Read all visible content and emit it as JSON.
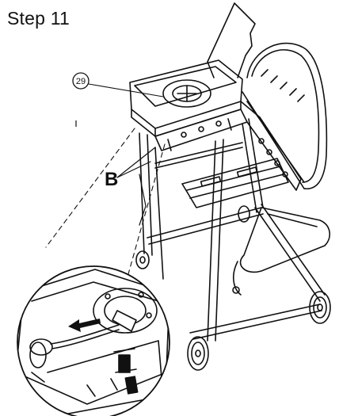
{
  "step": {
    "title": "Step 11"
  },
  "callouts": {
    "part_number": "29",
    "bracket_label": "B"
  },
  "icons": {
    "direction_arrow": "left-arrow-icon",
    "part_balloon": "circle-callout-icon"
  }
}
